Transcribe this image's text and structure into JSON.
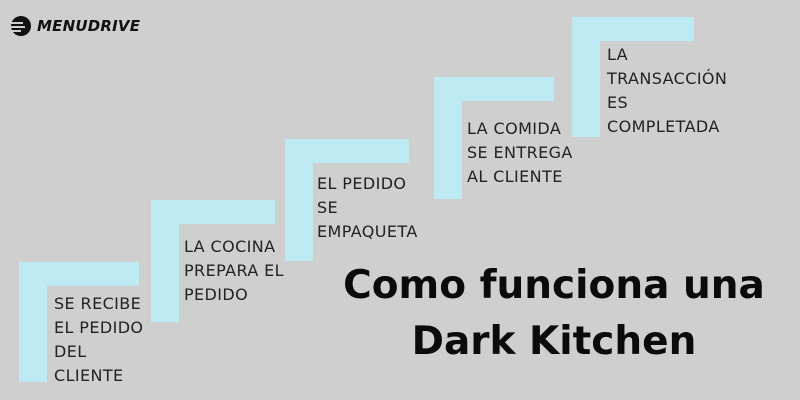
{
  "brand": {
    "name": "MENUDRIVE",
    "icon": "menudrive-logo-icon"
  },
  "steps": [
    {
      "lines": [
        "SE RECIBE",
        "EL PEDIDO",
        "DEL",
        "CLIENTE"
      ]
    },
    {
      "lines": [
        "LA COCINA",
        "PREPARA EL",
        "PEDIDO"
      ]
    },
    {
      "lines": [
        "EL PEDIDO",
        "SE",
        "EMPAQUETA"
      ]
    },
    {
      "lines": [
        "LA COMIDA",
        "SE ENTREGA",
        "AL CLIENTE"
      ]
    },
    {
      "lines": [
        "LA",
        "TRANSACCIÓN",
        "ES",
        "COMPLETADA"
      ]
    }
  ],
  "title": {
    "line1": "Como funciona una",
    "line2": "Dark Kitchen"
  },
  "colors": {
    "background": "#cfcfcf",
    "step_accent": "#bdeaf3",
    "text": "#111111"
  }
}
